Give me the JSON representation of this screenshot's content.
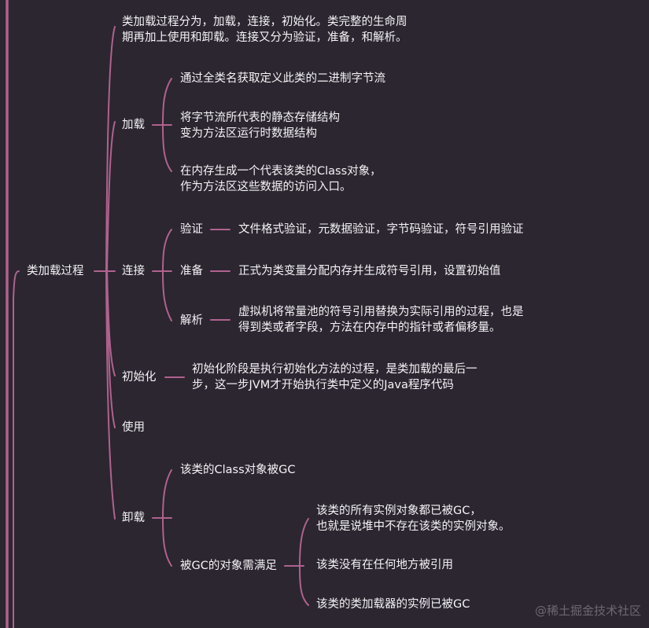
{
  "colors": {
    "background": "#2b2630",
    "connector": "#b0628e",
    "text": "#f6f3f7",
    "watermark": "#6d6873"
  },
  "mindmap": {
    "root": {
      "label": "类加载过程"
    },
    "summary": {
      "line1": "类加载过程分为，加载，连接，初始化。类完整的生命周",
      "line2": "期再加上使用和卸载。连接又分为验证，准备，和解析。"
    },
    "loading": {
      "label": "加载",
      "children": [
        {
          "line1": "通过全类名获取定义此类的二进制字节流"
        },
        {
          "line1": "将字节流所代表的静态存储结构",
          "line2": "变为方法区运行时数据结构"
        },
        {
          "line1": "在内存生成一个代表该类的Class对象，",
          "line2": "作为方法区这些数据的访问入口。"
        }
      ]
    },
    "linking": {
      "label": "连接",
      "children": [
        {
          "label": "验证",
          "detail": {
            "line1": "文件格式验证，元数据验证，字节码验证，符号引用验证"
          }
        },
        {
          "label": "准备",
          "detail": {
            "line1": "正式为类变量分配内存并生成符号引用，设置初始值"
          }
        },
        {
          "label": "解析",
          "detail": {
            "line1": "虚拟机将常量池的符号引用替换为实际引用的过程，也是",
            "line2": "得到类或者字段，方法在内存中的指针或者偏移量。"
          }
        }
      ]
    },
    "initialization": {
      "label": "初始化",
      "detail": {
        "line1": "初始化阶段是执行初始化方法的过程，是类加载的最后一",
        "line2": "步，这一步JVM才开始执行类中定义的Java程序代码"
      }
    },
    "using": {
      "label": "使用"
    },
    "unloading": {
      "label": "卸载",
      "children": [
        {
          "line1": "该类的Class对象被GC"
        },
        {
          "label": "被GC的对象需满足",
          "conditions": [
            {
              "line1": "该类的所有实例对象都已被GC，",
              "line2": "也就是说堆中不存在该类的实例对象。"
            },
            {
              "line1": "该类没有在任何地方被引用"
            },
            {
              "line1": "该类的类加载器的实例已被GC"
            }
          ]
        }
      ]
    }
  },
  "watermark": "@稀土掘金技术社区"
}
